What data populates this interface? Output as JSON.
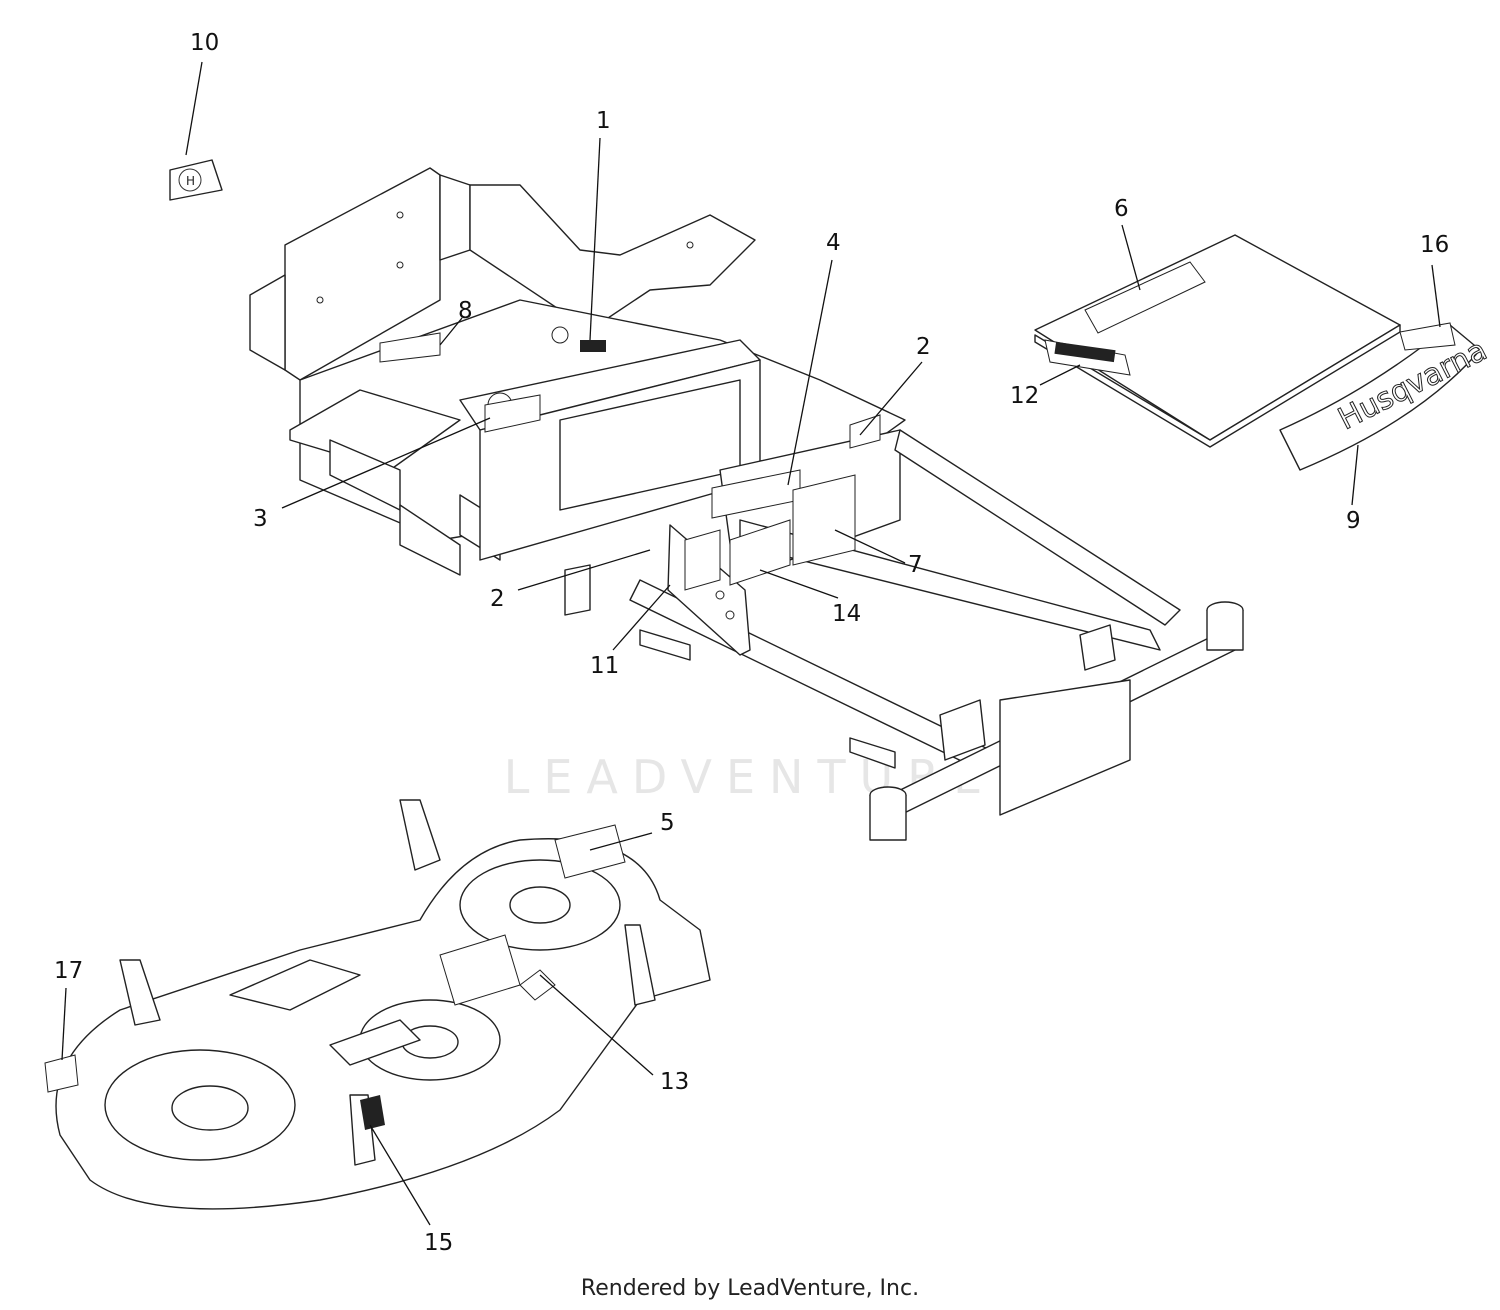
{
  "watermark": "LEADVENTURE",
  "footer": "Rendered by LeadVenture, Inc.",
  "decal_text": "Husqvarna",
  "callouts": [
    {
      "id": "10",
      "label": "10"
    },
    {
      "id": "1",
      "label": "1"
    },
    {
      "id": "4",
      "label": "4"
    },
    {
      "id": "6",
      "label": "6"
    },
    {
      "id": "16",
      "label": "16"
    },
    {
      "id": "8",
      "label": "8"
    },
    {
      "id": "2a",
      "label": "2"
    },
    {
      "id": "12",
      "label": "12"
    },
    {
      "id": "3",
      "label": "3"
    },
    {
      "id": "9",
      "label": "9"
    },
    {
      "id": "7",
      "label": "7"
    },
    {
      "id": "2b",
      "label": "2"
    },
    {
      "id": "14",
      "label": "14"
    },
    {
      "id": "11",
      "label": "11"
    },
    {
      "id": "5",
      "label": "5"
    },
    {
      "id": "17",
      "label": "17"
    },
    {
      "id": "13",
      "label": "13"
    },
    {
      "id": "15",
      "label": "15"
    }
  ]
}
